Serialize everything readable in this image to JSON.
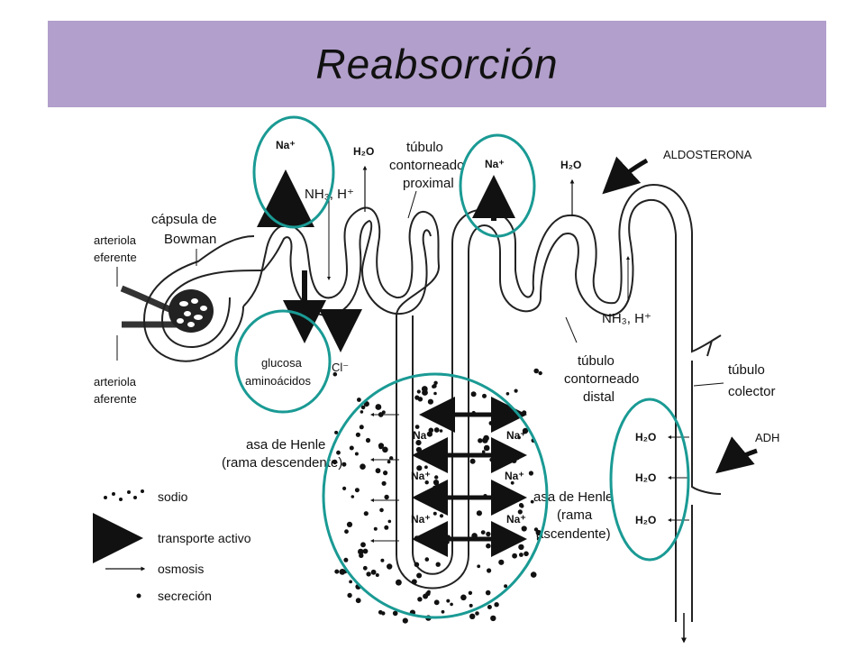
{
  "title": "Reabsorción",
  "labels": {
    "arteriola_eferente_1": "arteriola",
    "arteriola_eferente_2": "eferente",
    "arteriola_aferente_1": "arteriola",
    "arteriola_aferente_2": "aferente",
    "capsula_1": "cápsula de",
    "capsula_2": "Bowman",
    "tubulo_prox_1": "túbulo",
    "tubulo_prox_2": "contorneado",
    "tubulo_prox_3": "proximal",
    "tubulo_dist_1": "túbulo",
    "tubulo_dist_2": "contorneado",
    "tubulo_dist_3": "distal",
    "tubulo_col_1": "túbulo",
    "tubulo_col_2": "colector",
    "aldosterona": "ALDOSTERONA",
    "adh": "ADH",
    "glucosa": "glucosa",
    "aminoacidos": "aminoácidos",
    "cl": "Cl⁻",
    "nh3_h_prox": "NH₃, H⁺",
    "nh3_h_dist": "NH₃, H⁺",
    "asa_desc_1": "asa de Henle",
    "asa_desc_2": "(rama descendente)",
    "asa_asc_1": "asa de Henle",
    "asa_asc_2": "(rama",
    "asa_asc_3": "ascendente)"
  },
  "chemicals": {
    "na": "Na⁺",
    "h2o": "H₂O"
  },
  "legend": {
    "sodio": "sodio",
    "transporte": "transporte activo",
    "osmosis": "osmosis",
    "secrecion": "secreción"
  },
  "colors": {
    "title_bg": "#b29fcb",
    "highlight_circle": "#1a9a94",
    "ink": "#111111"
  }
}
